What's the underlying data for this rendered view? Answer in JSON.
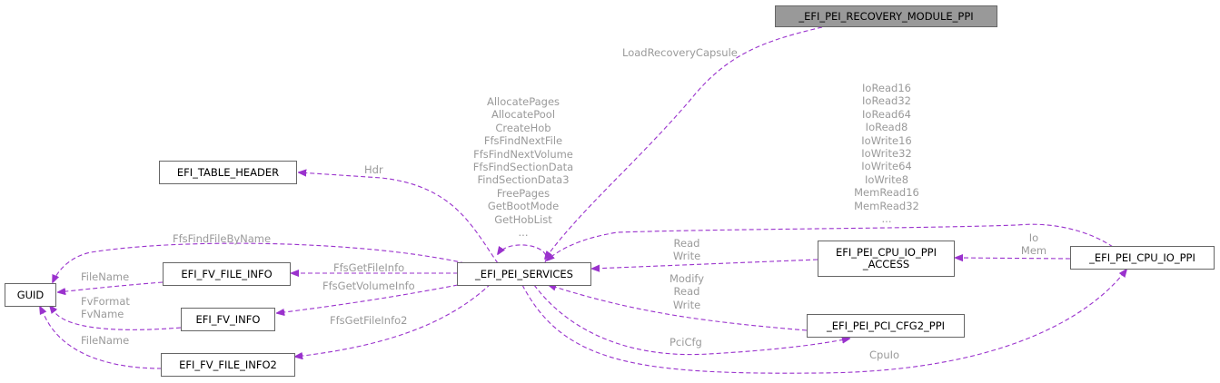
{
  "colors": {
    "edge": "#9a32cd",
    "label": "#9a9a9a",
    "root_fill": "#999999",
    "node_border": "#666666"
  },
  "nodes": {
    "recovery": "_EFI_PEI_RECOVERY_MODULE_PPI",
    "table_header": "EFI_TABLE_HEADER",
    "guid": "GUID",
    "fv_file_info": "EFI_FV_FILE_INFO",
    "fv_info": "EFI_FV_INFO",
    "fv_file_info2": "EFI_FV_FILE_INFO2",
    "pei_services": "_EFI_PEI_SERVICES",
    "cpu_io_access_1": "EFI_PEI_CPU_IO_PPI",
    "cpu_io_access_2": "_ACCESS",
    "cpu_io": "_EFI_PEI_CPU_IO_PPI",
    "pci_cfg2": "_EFI_PEI_PCI_CFG2_PPI"
  },
  "labels": {
    "load_recovery": "LoadRecoveryCapsule",
    "hdr": "Hdr",
    "services_members": [
      "AllocatePages",
      "AllocatePool",
      "CreateHob",
      "FfsFindNextFile",
      "FfsFindNextVolume",
      "FfsFindSectionData",
      "FindSectionData3",
      "FreePages",
      "GetBootMode",
      "GetHobList",
      "..."
    ],
    "cpu_io_members": [
      "IoRead16",
      "IoRead32",
      "IoRead64",
      "IoRead8",
      "IoWrite16",
      "IoWrite32",
      "IoWrite64",
      "IoWrite8",
      "MemRead16",
      "MemRead32",
      "..."
    ],
    "ffs_find_file_by_name": "FfsFindFileByName",
    "file_name_1": "FileName",
    "fv_format_name": [
      "FvFormat",
      "FvName"
    ],
    "file_name_2": "FileName",
    "ffs_get_file_info": "FfsGetFileInfo",
    "ffs_get_volume_info": "FfsGetVolumeInfo",
    "ffs_get_file_info2": "FfsGetFileInfo2",
    "read_write": [
      "Read",
      "Write"
    ],
    "io_mem": [
      "Io",
      "Mem"
    ],
    "modify_read_write": [
      "Modify",
      "Read",
      "Write"
    ],
    "pci_cfg": "PciCfg",
    "cpu_io_edge": "CpuIo"
  }
}
